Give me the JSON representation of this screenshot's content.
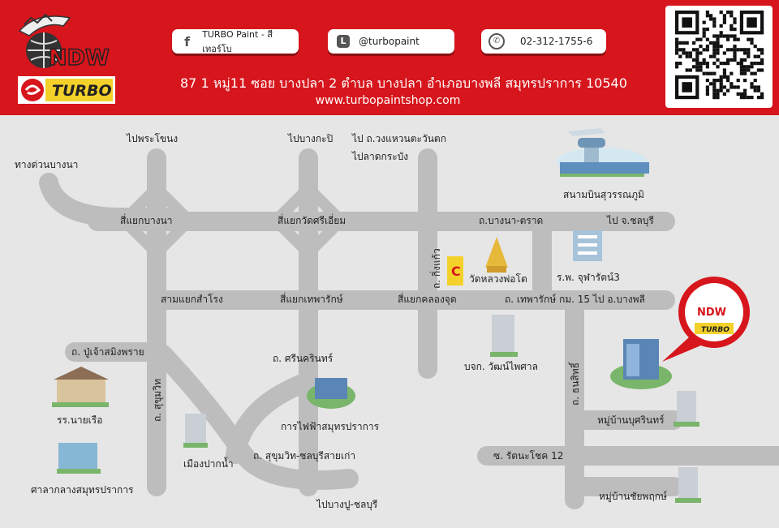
{
  "brand": {
    "logo_text": "NDW",
    "turbo_text": "TURBO"
  },
  "contact": {
    "facebook": "TURBO Paint - สีเทอร์โบ",
    "line": "@turbopaint",
    "phone": "02-312-1755-6",
    "address": "87 1 หมู่11 ซอย บางปลา 2 ตำบล บางปลา อำเภอบางพลี สมุทรปราการ 10540",
    "website": "www.turbopaintshop.com"
  },
  "map": {
    "to_phra_khanong": "ไปพระโขนง",
    "to_bang_kapi": "ไปบางกะปิ",
    "to_kanchanaphisek_1": "ไป ถ.วงแหวนตะวันตก",
    "to_kanchanaphisek_2": "ไปลาดกระบัง",
    "expressway_bang_na": "ทางด่วนบางนา",
    "airport": "สนามบินสุวรรณภูมิ",
    "junction_bang_na": "สี่แยกบางนา",
    "junction_si_iam": "สี่แยกวัดศรีเอี่ยม",
    "bangna_trat_rd": "ถ.บางนา-ตราด",
    "to_chonburi": "ไป จ.ชลบุรี",
    "king_kaeo_rd": "ถ. กิ่งแก้ว",
    "wat_luang_pho_to": "วัดหลวงพ่อโต",
    "hospital": "ร.พ. จุฬารัตน์3",
    "samrong_junction": "สามแยกสำโรง",
    "thepharak_junction": "สี่แยกเทพารักษ์",
    "khlong_yut_junction": "สี่แยกคลองจุด",
    "thepharak_rd": "ถ. เทพารักษ์ กม. 15 ไป อ.บางพลี",
    "pu_chao_rd": "ถ. ปู่เจ้าสมิงพราย",
    "srinakarin_rd": "ถ. ศรีนครินทร์",
    "company": "บจก. วัฒน์ไพศาล",
    "thanasit_rd": "ถ. ธนสิทธิ์",
    "sukhumvit_rd": "ถ. สุขุมวิท",
    "naval_school": "รร.นายเรือ",
    "pea": "การไฟฟ้าสมุทรปราการ",
    "sukhumvit_old": "ถ. สุขุมวิท-ชลบุรีสายเก่า",
    "muang_pak_nam": "เมืองปากน้ำ",
    "village_bun_srinakarin": "หมู่บ้านบุศรินทร์",
    "rattana_chot_soi": "ซ. รัตนะโชค 12",
    "court": "ศาลากลางสมุทรปราการ",
    "to_bang_pu": "ไปบางปู-ชลบุรี",
    "village_chai_pruek": "หมู่บ้านชัยพฤกษ์"
  },
  "colors": {
    "brand_red": "#d7151c",
    "road_gray": "#bdbdbd",
    "map_bg": "#e6e6e6",
    "turbo_yellow": "#f4d12a"
  }
}
